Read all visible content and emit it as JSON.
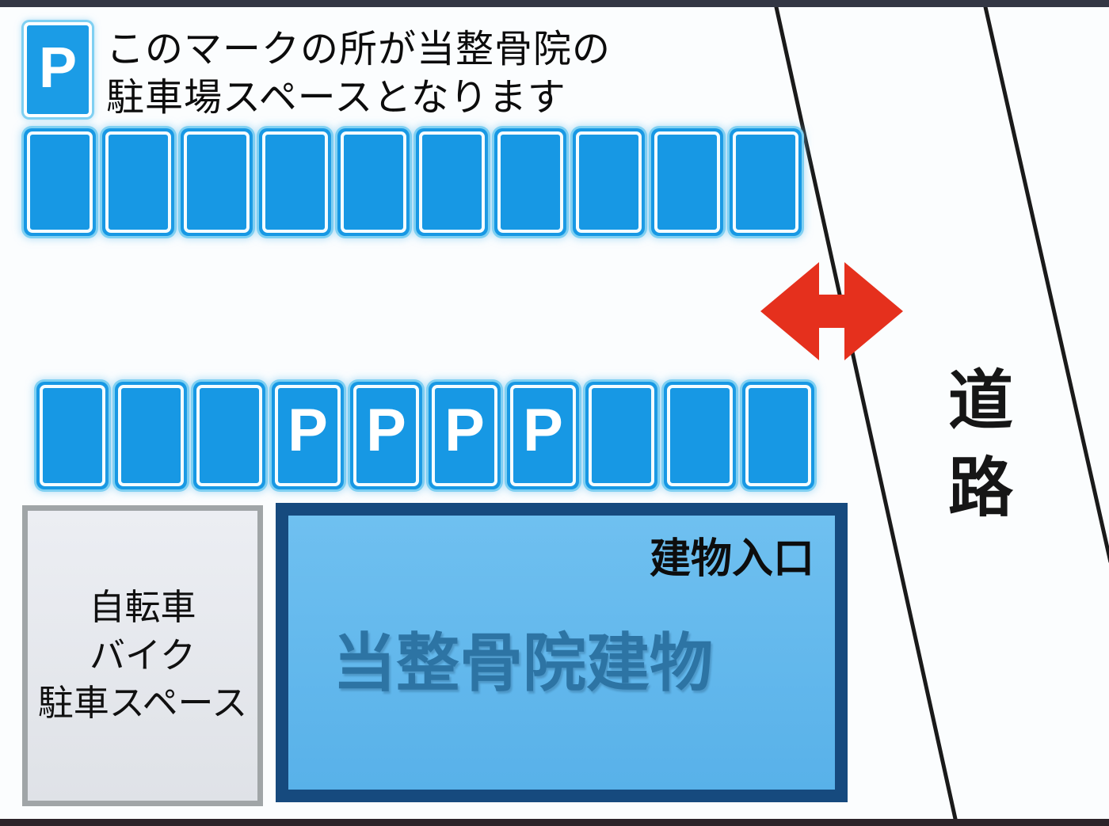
{
  "legend": {
    "p_sign_label": "P",
    "line1": "このマークの所が当整骨院の",
    "line2": "駐車場スペースとなります"
  },
  "parking": {
    "slot_color": "#1798e4",
    "row1_slot_count": 10,
    "row2_slot_count": 10,
    "row2_p_label": "P",
    "row2_p_slot_indices": [
      3,
      4,
      5,
      6
    ]
  },
  "bike_area": {
    "lines": [
      "自転車",
      "バイク",
      "駐車スペース"
    ]
  },
  "building": {
    "entrance_label": "建物入口",
    "name_label": "当整骨院建物",
    "border_color": "#164a7e",
    "fill_color": "#66bbee",
    "name_color": "#2d74a4"
  },
  "road": {
    "chars": [
      "道",
      "路"
    ]
  },
  "arrow": {
    "color": "#e5301d",
    "direction": "two-way"
  }
}
